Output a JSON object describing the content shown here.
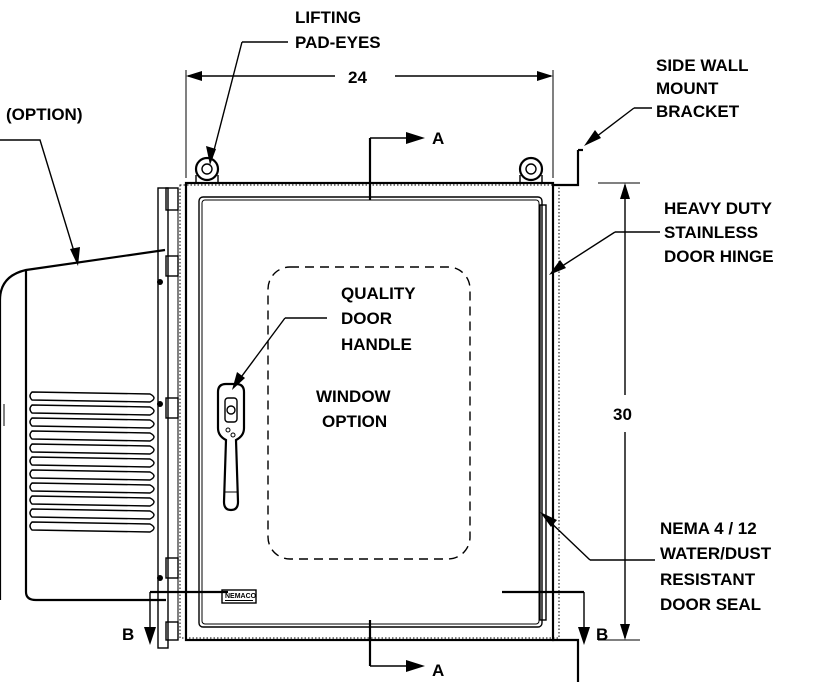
{
  "labels": {
    "lifting_line1": "LIFTING",
    "lifting_line2": "PAD-EYES",
    "side_wall_line1": "SIDE WALL",
    "side_wall_line2": "MOUNT",
    "side_wall_line3": "BRACKET",
    "option": "(OPTION)",
    "hinge_line1": "HEAVY DUTY",
    "hinge_line2": "STAINLESS",
    "hinge_line3": "DOOR HINGE",
    "handle_line1": "QUALITY",
    "handle_line2": "DOOR",
    "handle_line3": "HANDLE",
    "window_line1": "WINDOW",
    "window_line2": "OPTION",
    "seal_line1": "NEMA 4 / 12",
    "seal_line2": "WATER/DUST",
    "seal_line3": "RESISTANT",
    "seal_line4": "DOOR SEAL"
  },
  "dimensions": {
    "width": "24",
    "height": "30"
  },
  "sections": {
    "a_top": "A",
    "a_bottom": "A",
    "b_left": "B",
    "b_right": "B"
  },
  "nameplate": {
    "brand": "NEMACO"
  }
}
